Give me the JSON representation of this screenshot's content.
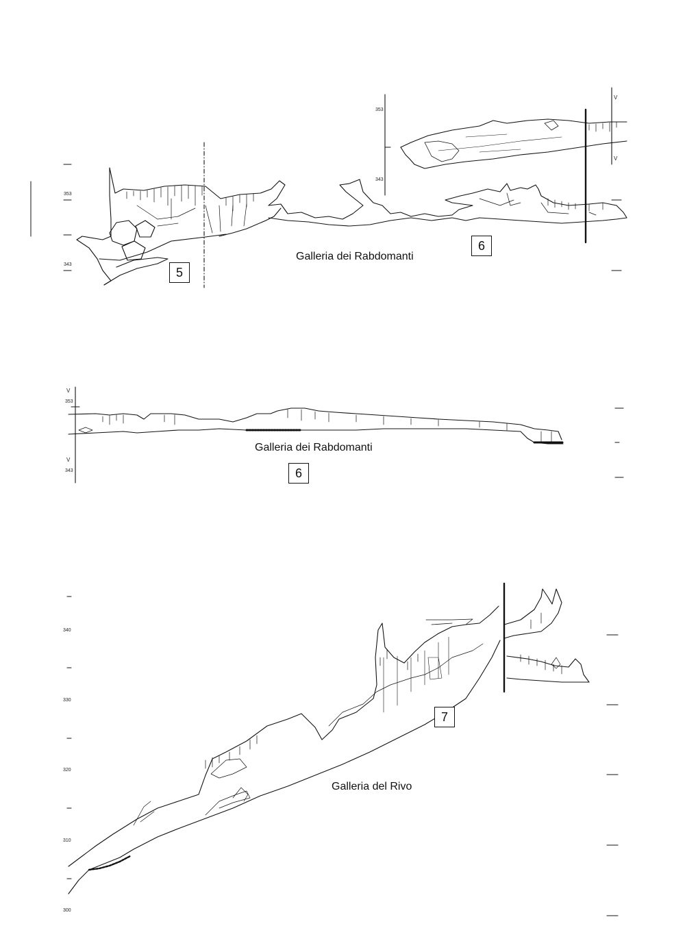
{
  "section1": {
    "name": "Galleria dei Rabdomanti",
    "boxes": [
      "5",
      "6"
    ],
    "scale_left": [
      "353",
      "343"
    ],
    "scale_right": [
      "353",
      "343"
    ],
    "v_marks": [
      "V",
      "V"
    ]
  },
  "section2": {
    "name": "Galleria dei Rabdomanti",
    "box": "6",
    "scale": [
      "353",
      "343"
    ],
    "v_marks": [
      "V",
      "V"
    ]
  },
  "section3": {
    "name": "Galleria del Rivo",
    "box": "7",
    "scale": [
      "340",
      "330",
      "320",
      "310",
      "300"
    ]
  },
  "colors": {
    "ink": "#111111",
    "paper": "#ffffff"
  }
}
